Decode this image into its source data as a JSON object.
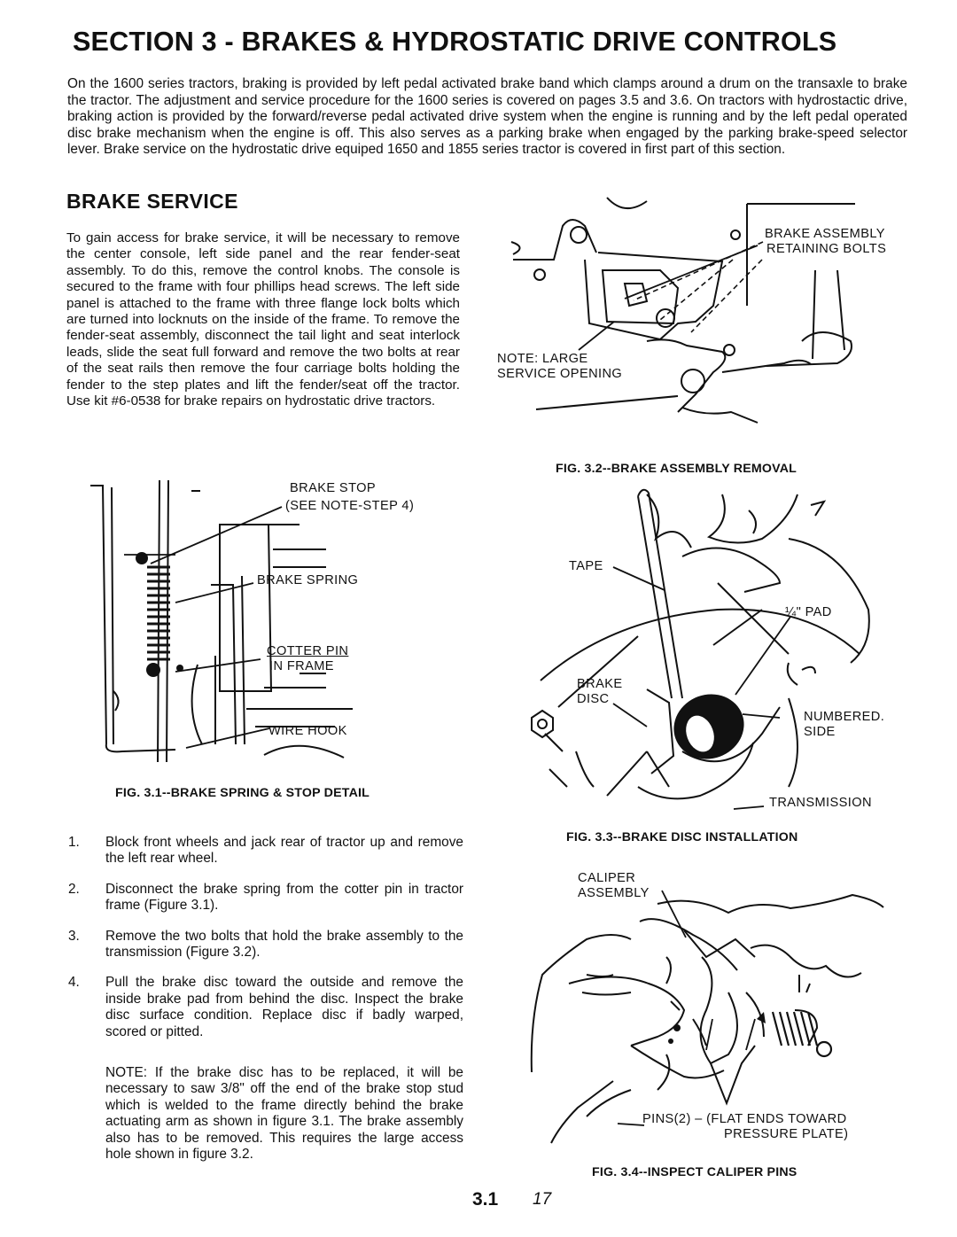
{
  "title": "SECTION 3 - BRAKES & HYDROSTATIC DRIVE CONTROLS",
  "intro": "On the 1600 series tractors, braking is provided by left pedal activated brake band which clamps around a drum on the transaxle to brake the tractor. The adjustment and service procedure for the 1600 series is covered on pages 3.5 and 3.6. On tractors with hydrostactic drive, braking action is provided by the forward/reverse pedal activated drive system when the engine is running and by the left pedal operated disc brake mechanism when the engine is off. This also serves as a parking brake when engaged by the parking brake-speed selector lever. Brake service on the hydrostatic drive equiped 1650 and 1855 series tractor is covered in first part of this section.",
  "brake_service": {
    "heading": "BRAKE SERVICE",
    "text": "To gain access for brake service, it will be necessary to remove the center console, left side panel and the rear fender-seat assembly. To do this, remove the control knobs. The console is secured to the frame with four phillips head screws. The left side panel is attached to the frame with three flange lock bolts which are turned into locknuts on the inside of the frame. To remove the fender-seat assembly, disconnect the tail light and seat interlock leads, slide the seat full forward and remove the two bolts at rear of the seat rails then remove the four carriage bolts holding the fender to the step plates and lift the fender/seat off the tractor. Use kit #6-0538 for brake repairs on hydrostatic drive tractors."
  },
  "fig31": {
    "caption": "FIG. 3.1--BRAKE SPRING & STOP DETAIL",
    "labels": {
      "brake_stop": "BRAKE STOP",
      "see_note": "(SEE NOTE-STEP 4)",
      "brake_spring": "BRAKE SPRING",
      "cotter_pin": "COTTER PIN",
      "in_frame": "IN FRAME",
      "wire_hook": "WIRE HOOK"
    }
  },
  "fig32": {
    "caption": "FIG. 3.2--BRAKE ASSEMBLY REMOVAL",
    "labels": {
      "assembly": "BRAKE ASSEMBLY",
      "bolts": "RETAINING BOLTS",
      "note_large": "NOTE: LARGE",
      "service_opening": "SERVICE OPENING"
    }
  },
  "fig33": {
    "caption": "FIG. 3.3--BRAKE DISC INSTALLATION",
    "labels": {
      "tape": "TAPE",
      "pad": "¼\" PAD",
      "brake": "BRAKE",
      "disc": "DISC",
      "numbered": "NUMBERED.",
      "side": "SIDE",
      "transmission": "TRANSMISSION"
    }
  },
  "fig34": {
    "caption": "FIG. 3.4--INSPECT CALIPER PINS",
    "labels": {
      "caliper": "CALIPER",
      "assembly": "ASSEMBLY",
      "pins": "PINS(2) –  (FLAT ENDS TOWARD",
      "pressure": "PRESSURE PLATE)"
    }
  },
  "steps": [
    {
      "num": "1.",
      "text": "Block front wheels and jack rear of tractor up and remove the left rear wheel."
    },
    {
      "num": "2.",
      "text": "Disconnect the brake spring from the cotter pin in tractor frame (Figure 3.1)."
    },
    {
      "num": "3.",
      "text": "Remove the two bolts that hold the brake assembly to the transmission (Figure 3.2)."
    },
    {
      "num": "4.",
      "text": "Pull the brake disc toward the outside and remove the inside brake pad from behind the disc. Inspect the brake disc surface condition. Replace disc if badly warped, scored or pitted."
    }
  ],
  "note": "NOTE: If the brake disc has to be replaced, it will be necessary to saw 3/8\" off the end of the brake stop stud which is welded to the frame directly behind the brake actuating arm as shown in figure 3.1. The brake assembly also has to be removed. This requires the large access hole shown in figure 3.2.",
  "page_number": "3.1",
  "page_mark": "17"
}
